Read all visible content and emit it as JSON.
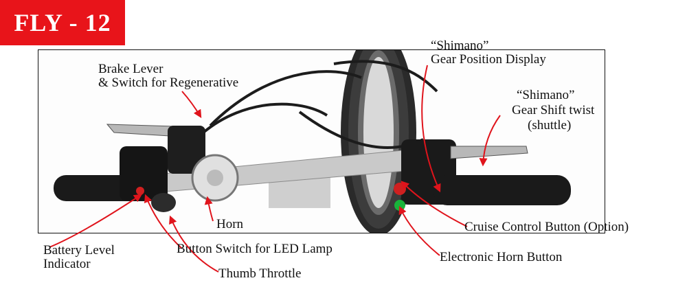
{
  "badge": {
    "text": "FLY - 12",
    "color": "#e8141a"
  },
  "labels": {
    "brake_line1": "Brake Lever",
    "brake_line2": "& Switch for Regenerative",
    "gear_display_line1": "“Shimano”",
    "gear_display_line2": "Gear Position Display",
    "gear_shift_line1": "“Shimano”",
    "gear_shift_line2": "Gear Shift twist",
    "gear_shift_line3": "(shuttle)",
    "horn": "Horn",
    "cruise": "Cruise Control Button (Option)",
    "battery_line1": "Battery Level",
    "battery_line2": "Indicator",
    "led_switch": "Button Switch for LED Lamp",
    "electronic_horn": "Electronic Horn Button",
    "thumb_throttle": "Thumb Throttle"
  },
  "colors": {
    "arrow": "#e0141c",
    "text": "#111111",
    "frame": "#111111"
  }
}
